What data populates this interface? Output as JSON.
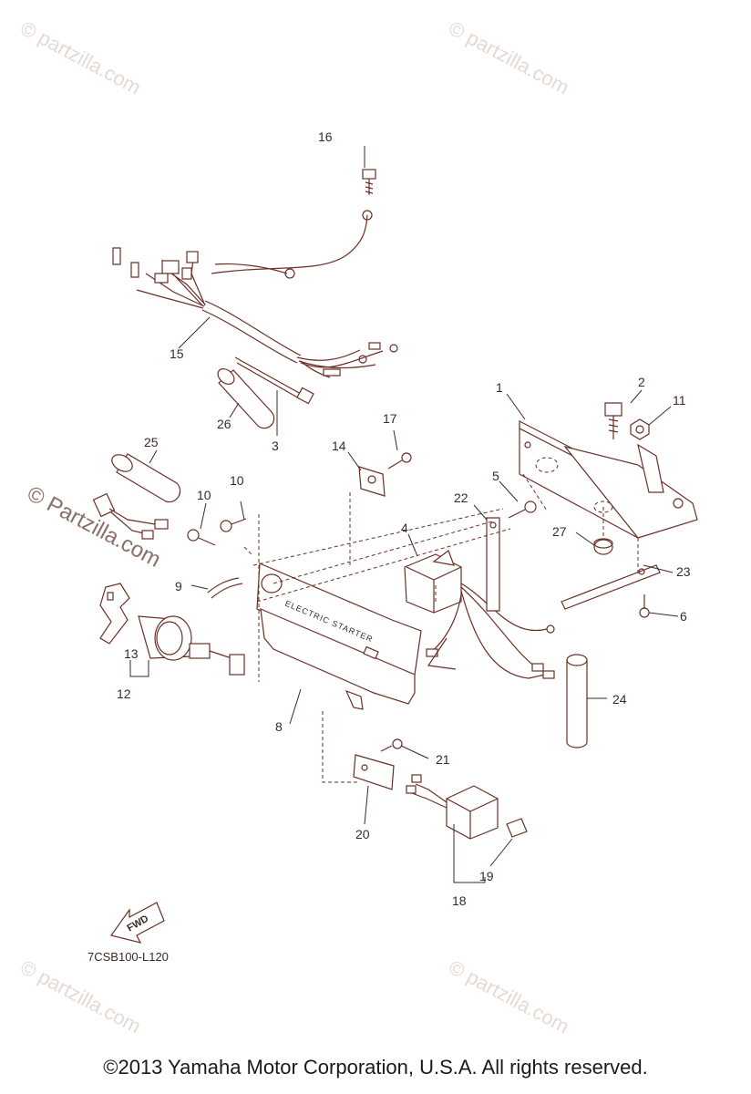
{
  "watermarks": [
    "© partzilla.com",
    "© partzilla.com",
    "© partzilla.com",
    "© partzilla.com"
  ],
  "watermark_main": "© Partzilla.com",
  "fwd_label": "FWD",
  "diagram_code": "7CSB100-L120",
  "cover_text": "ELECTRIC STARTER",
  "copyright": "©2013  Yamaha Motor Corporation, U.S.A. All rights reserved.",
  "callouts": {
    "c1": "1",
    "c2": "2",
    "c3": "3",
    "c4": "4",
    "c5": "5",
    "c6": "6",
    "c8": "8",
    "c9": "9",
    "c10a": "10",
    "c10b": "10",
    "c11": "11",
    "c12": "12",
    "c13": "13",
    "c14": "14",
    "c15": "15",
    "c16": "16",
    "c17": "17",
    "c18": "18",
    "c19": "19",
    "c20": "20",
    "c21": "21",
    "c22": "22",
    "c23": "23",
    "c24": "24",
    "c25": "25",
    "c26": "26",
    "c27": "27"
  }
}
